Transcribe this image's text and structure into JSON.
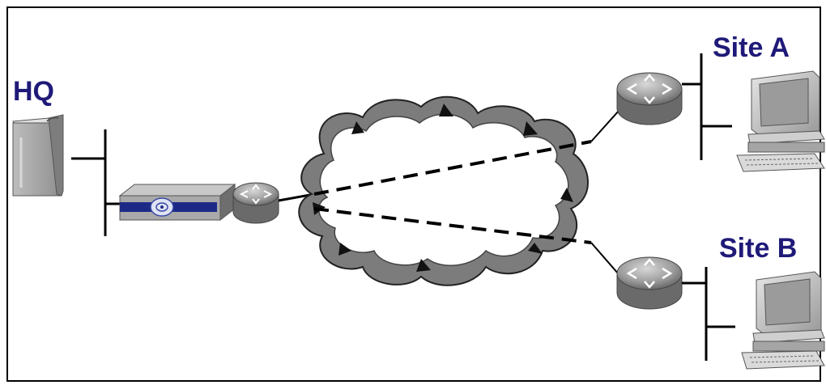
{
  "labels": {
    "hq": "HQ",
    "site_a": "Site A",
    "site_b": "Site B"
  },
  "colors": {
    "label": "#1f1a78",
    "line": "#000000",
    "cloud_fill": "#ffffff",
    "device_gray": "#9a9a9a",
    "firewall_blue": "#1c2a86",
    "border": "#000000"
  },
  "icons": [
    "server-icon",
    "firewall-icon",
    "router-icon",
    "cloud-icon",
    "computer-icon"
  ]
}
